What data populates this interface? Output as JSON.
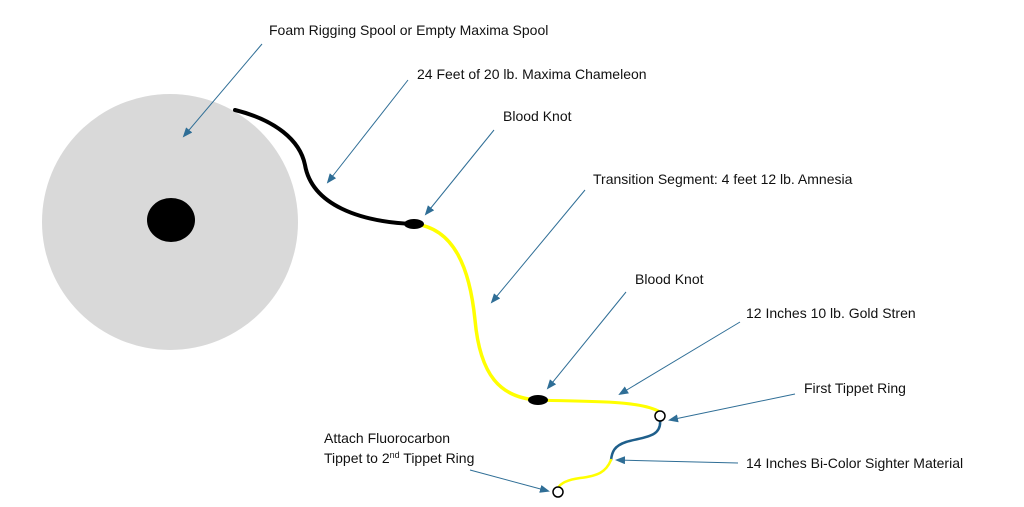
{
  "labels": {
    "spool": "Foam Rigging Spool or Empty Maxima Spool",
    "butt_section": "24 Feet of 20 lb. Maxima Chameleon",
    "blood_knot_1": "Blood Knot",
    "transition": "Transition Segment:  4 feet 12 lb. Amnesia",
    "blood_knot_2": "Blood Knot",
    "gold_stren": "12 Inches 10 lb. Gold Stren",
    "first_ring": "First Tippet Ring",
    "sighter": "14 Inches Bi-Color Sighter Material",
    "attach_line1": "Attach Fluorocarbon",
    "attach_line2_pre": "Tippet to 2",
    "attach_line2_sup": "nd",
    "attach_line2_post": " Tippet Ring"
  },
  "colors": {
    "spool_fill": "#d9d9d9",
    "hub": "#000000",
    "butt_line": "#000000",
    "yellow_line": "#ffff00",
    "blue_line": "#1f5f8b",
    "arrow": "#2f6e96",
    "text": "#111111"
  }
}
